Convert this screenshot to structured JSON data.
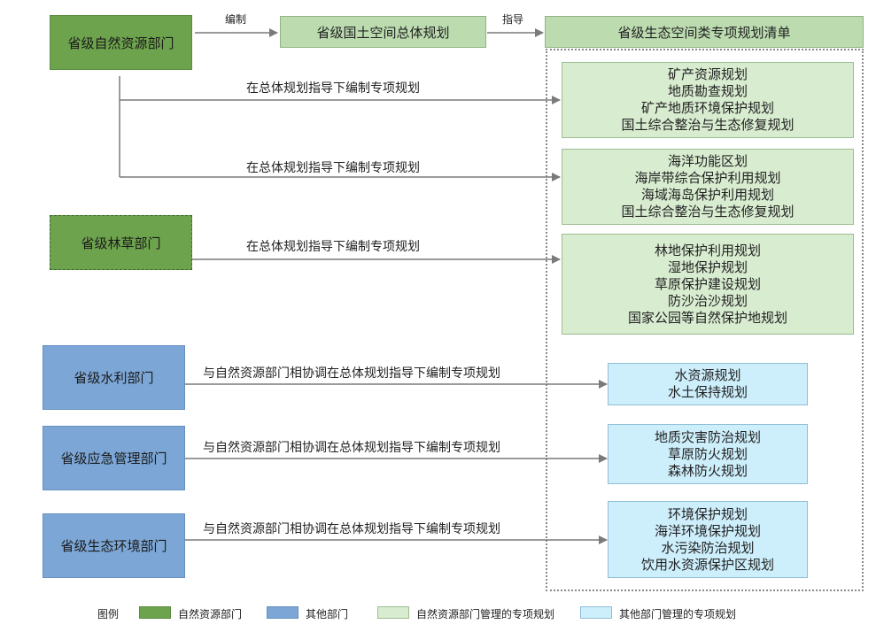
{
  "departments": {
    "natural_resources": "省级自然资源部门",
    "forest_grass": "省级林草部门",
    "water": "省级水利部门",
    "emergency": "省级应急管理部门",
    "environment": "省级生态环境部门"
  },
  "headers": {
    "territorial_plan": "省级国土空间总体规划",
    "special_plan_list": "省级生态空间类专项规划清单"
  },
  "arrow_labels": {
    "compile": "编制",
    "guide": "指导",
    "under_guidance_1": "在总体规划指导下编制专项规划",
    "under_guidance_2": "在总体规划指导下编制专项规划",
    "under_guidance_3": "在总体规划指导下编制专项规划",
    "coordinate_1": "与自然资源部门相协调在总体规划指导下编制专项规划",
    "coordinate_2": "与自然资源部门相协调在总体规划指导下编制专项规划",
    "coordinate_3": "与自然资源部门相协调在总体规划指导下编制专项规划"
  },
  "plans": {
    "mineral": [
      "矿产资源规划",
      "地质勘查规划",
      "矿产地质环境保护规划",
      "国土综合整治与生态修复规划"
    ],
    "marine": [
      "海洋功能区划",
      "海岸带综合保护利用规划",
      "海域海岛保护利用规划",
      "国土综合整治与生态修复规划"
    ],
    "forest": [
      "林地保护利用规划",
      "湿地保护规划",
      "草原保护建设规划",
      "防沙治沙规划",
      "国家公园等自然保护地规划"
    ],
    "water": [
      "水资源规划",
      "水土保持规划"
    ],
    "emergency": [
      "地质灾害防治规划",
      "草原防火规划",
      "森林防火规划"
    ],
    "environment": [
      "环境保护规划",
      "海洋环境保护规划",
      "水污染防治规划",
      "饮用水资源保护区规划"
    ]
  },
  "legend": {
    "title": "图例",
    "items": [
      "自然资源部门",
      "其他部门",
      "自然资源部门管理的专项规划",
      "其他部门管理的专项规划"
    ]
  },
  "colors": {
    "dept_green": "#6da34d",
    "dept_blue": "#7ba6d6",
    "plan_green": "#d8ecd0",
    "plan_blue": "#cdeefb",
    "arrow": "#7a7a7a"
  }
}
